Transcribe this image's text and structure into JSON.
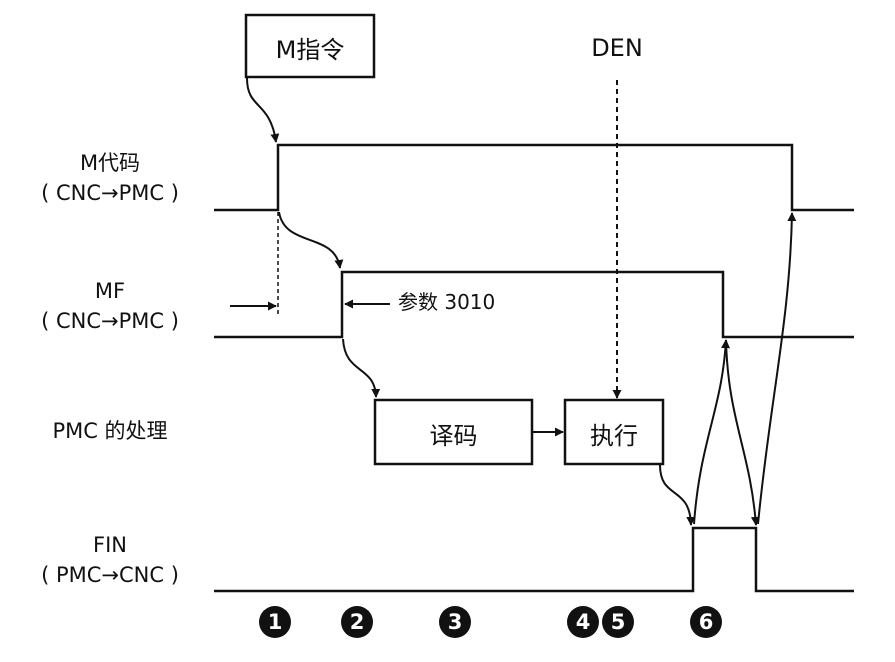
{
  "header": {
    "m_command": "M指令",
    "den": "DEN"
  },
  "signals": {
    "m_code": {
      "name": "M代码",
      "dir": "( CNC→PMC )"
    },
    "mf": {
      "name": "MF",
      "dir": "( CNC→PMC )"
    },
    "pmc": {
      "name": "PMC 的处理"
    },
    "fin": {
      "name": "FIN",
      "dir": "( PMC→CNC )"
    }
  },
  "annotations": {
    "param": "参数 3010"
  },
  "boxes": {
    "decode": "译码",
    "execute": "执行"
  },
  "steps": [
    "1",
    "2",
    "3",
    "4",
    "5",
    "6"
  ],
  "colors": {
    "line": "#111111",
    "background": "#ffffff"
  }
}
